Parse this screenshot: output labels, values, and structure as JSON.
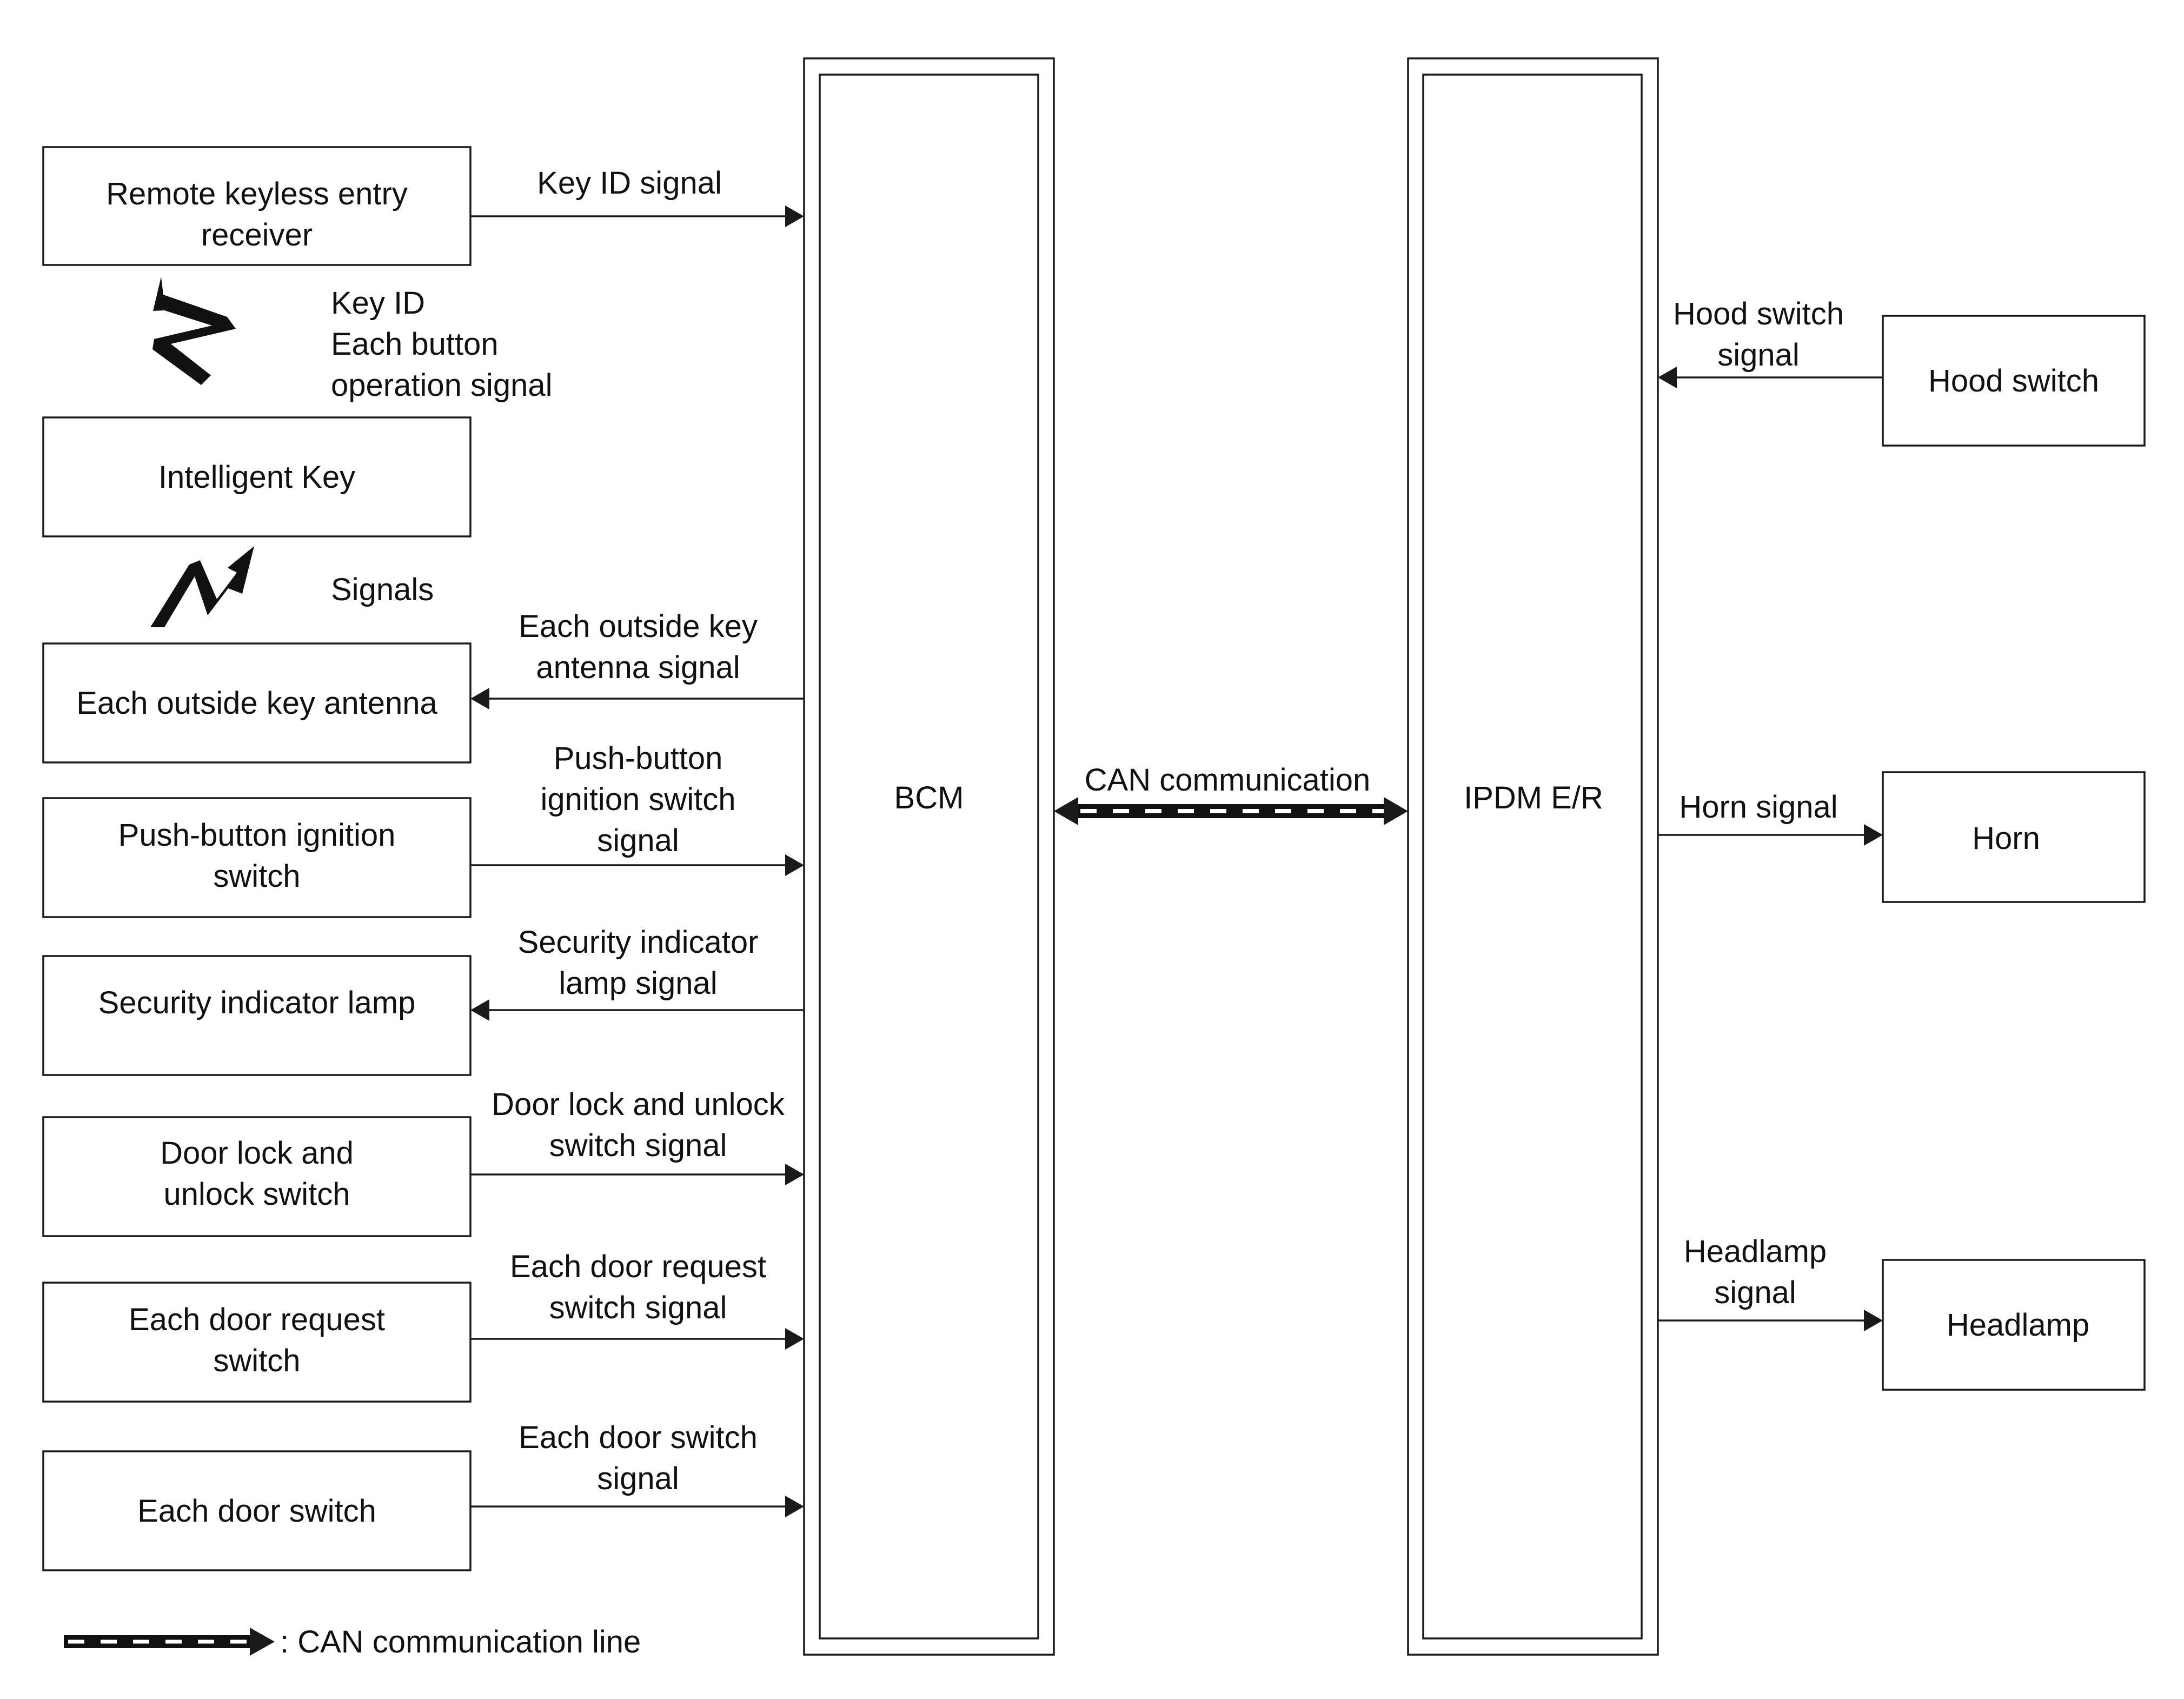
{
  "left_components": {
    "remote_keyless_entry_receiver": [
      "Remote keyless entry",
      "receiver"
    ],
    "intelligent_key": [
      "Intelligent Key"
    ],
    "each_outside_key_antenna": [
      "Each outside key antenna"
    ],
    "push_button_ignition_switch": [
      "Push-button ignition",
      "switch"
    ],
    "security_indicator_lamp": [
      "Security indicator lamp"
    ],
    "door_lock_and_unlock_switch": [
      "Door lock and",
      "unlock switch"
    ],
    "each_door_request_switch": [
      "Each door request",
      "switch"
    ],
    "each_door_switch": [
      "Each door switch"
    ]
  },
  "right_components": {
    "hood_switch": [
      "Hood switch"
    ],
    "horn": [
      "Horn"
    ],
    "headlamp": [
      "Headlamp"
    ]
  },
  "control_units": {
    "bcm": "BCM",
    "ipdm": "IPDM E/R"
  },
  "signals": {
    "key_id_signal": [
      "Key ID signal"
    ],
    "key_id_button_signal": [
      "Key ID",
      "Each button",
      "operation signal"
    ],
    "signals": [
      "Signals"
    ],
    "outside_key_antenna_signal": [
      "Each outside key",
      "antenna signal"
    ],
    "push_button_ignition_switch_signal": [
      "Push-button",
      "ignition switch",
      "signal"
    ],
    "security_indicator_lamp_signal": [
      "Security indicator",
      "lamp signal"
    ],
    "door_lock_unlock_switch_signal": [
      "Door lock and unlock",
      "switch signal"
    ],
    "door_request_switch_signal": [
      "Each door request",
      "switch signal"
    ],
    "door_switch_signal": [
      "Each door switch",
      "signal"
    ],
    "hood_switch_signal": [
      "Hood switch",
      "signal"
    ],
    "horn_signal": [
      "Horn signal"
    ],
    "headlamp_signal": [
      "Headlamp",
      "signal"
    ],
    "can_communication": [
      "CAN communication"
    ]
  },
  "legend": {
    "can_line_label": ": CAN communication line"
  }
}
